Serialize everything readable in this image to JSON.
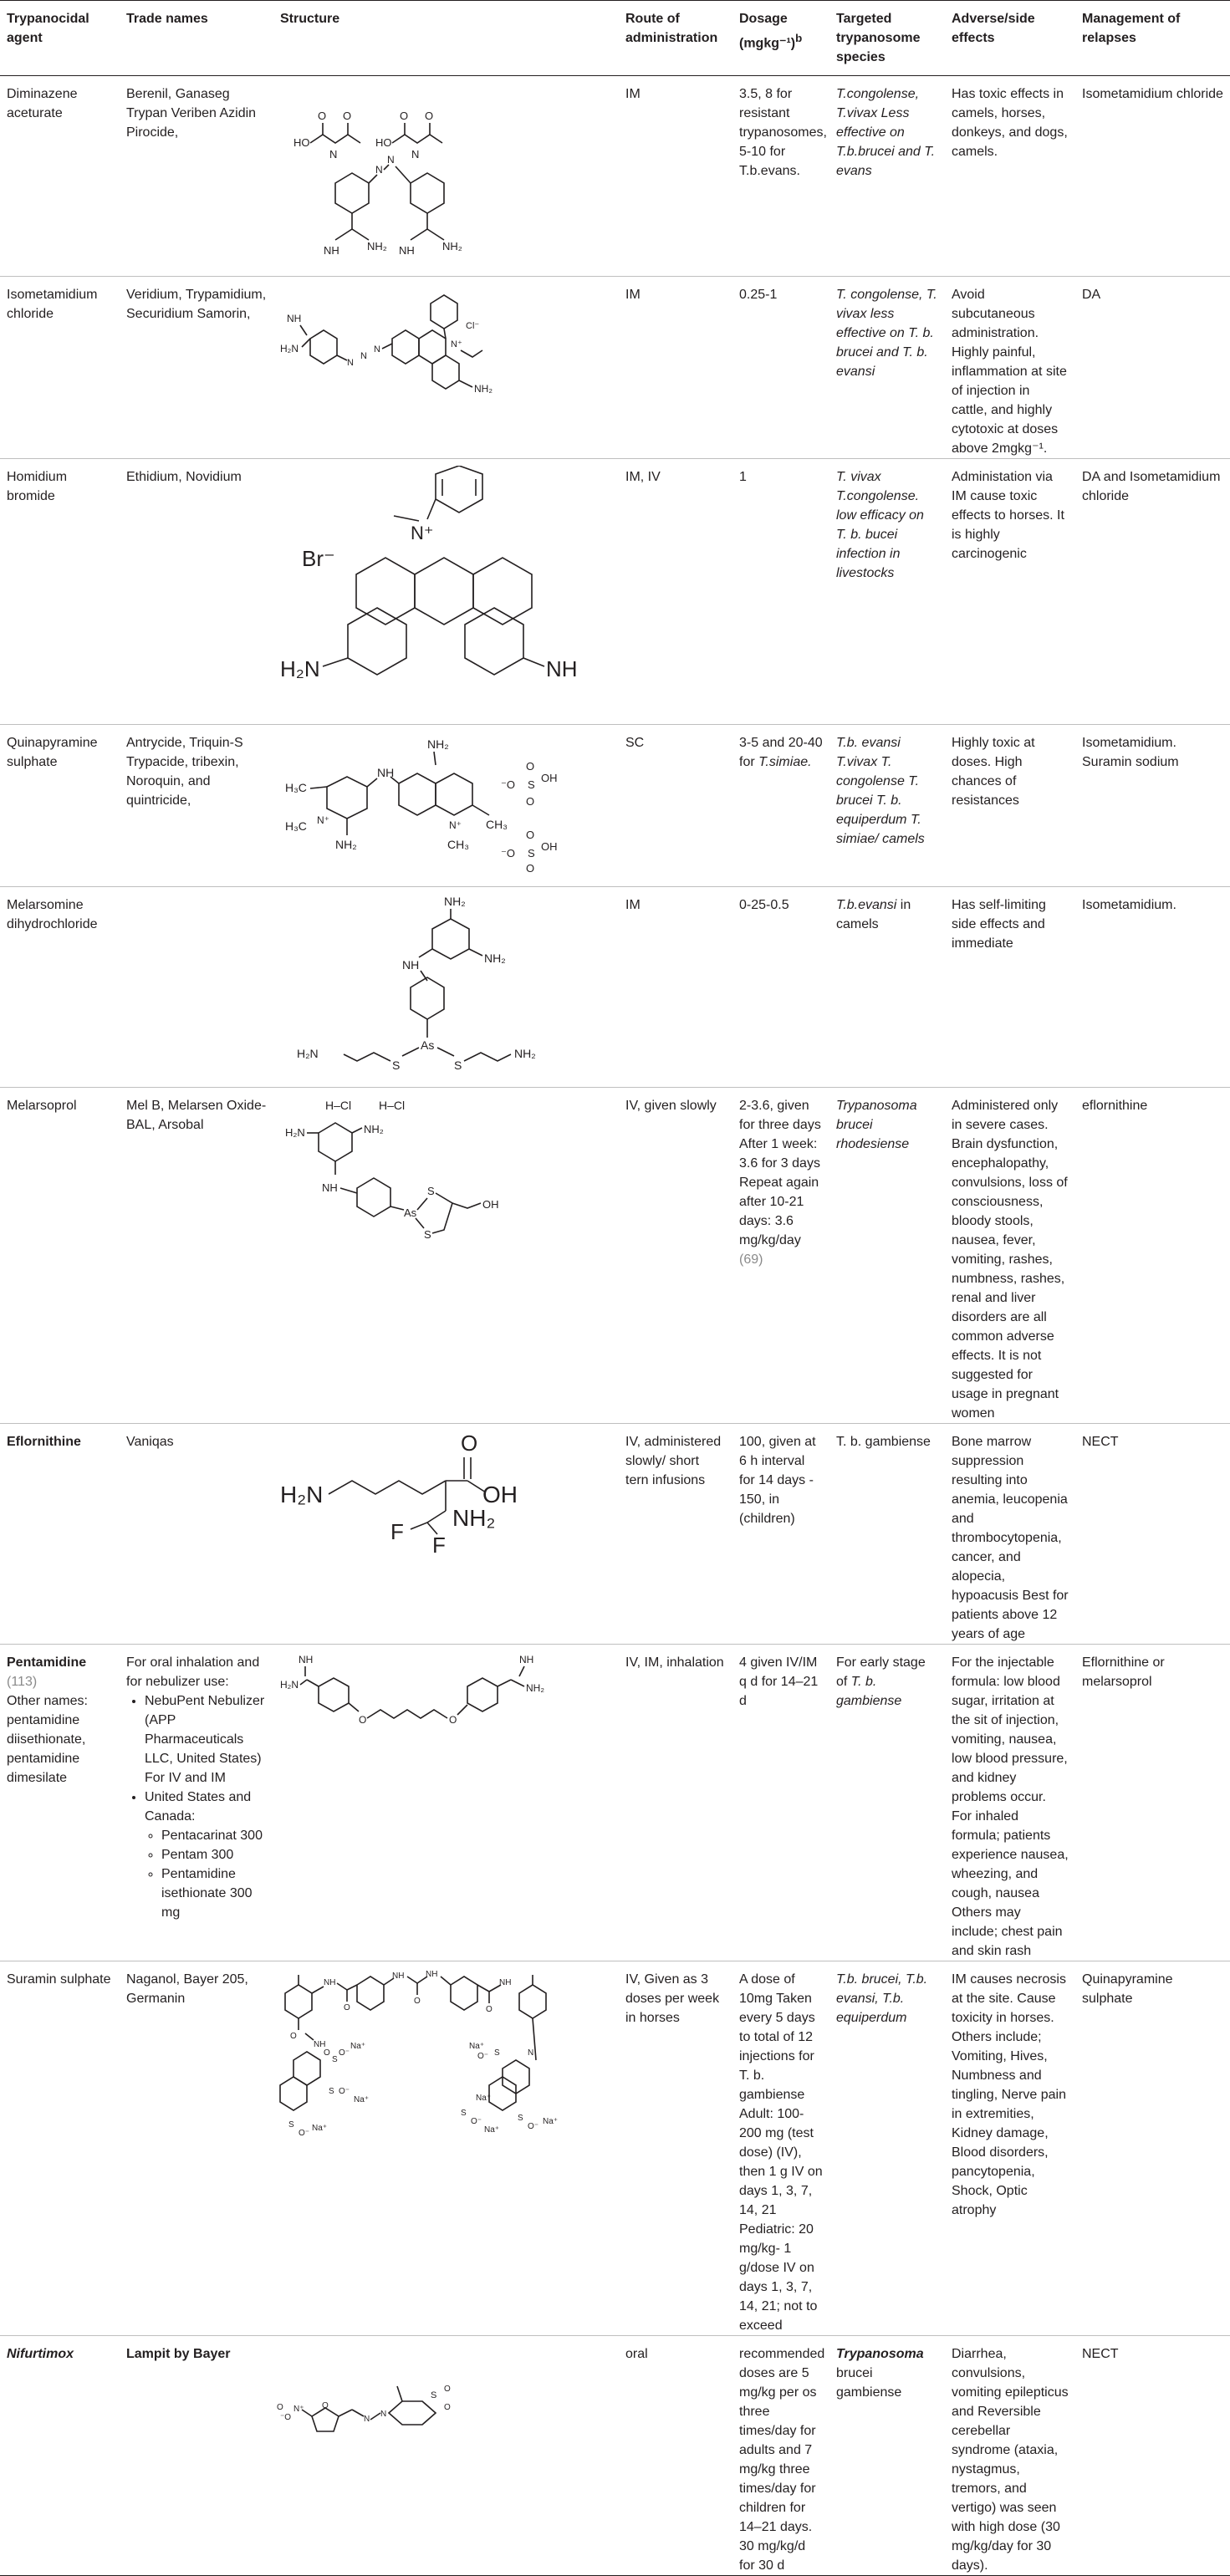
{
  "headers": {
    "agent": "Trypanocidal agent",
    "trade": "Trade names",
    "structure": "Structure",
    "route": "Route of administration",
    "dosage": "Dosage (mgkg⁻¹)",
    "dosage_sup": "b",
    "species": "Targeted trypanosome species",
    "effects": "Adverse/side effects",
    "relapse": "Management of relapses"
  },
  "rows": [
    {
      "agent": "Diminazene aceturate",
      "trade": "Berenil, Ganaseg Trypan Veriben Azidin Pirocide,",
      "route": "IM",
      "dosage": "3.5, 8 for resistant trypanosomes, 5-10 for T.b.evans.",
      "species": "T.congolense, T.vivax Less effective on T.b.brucei and T. evans",
      "effects": "Has toxic effects in camels, horses, donkeys, and dogs, camels.",
      "relapse": "Isometamidium chloride"
    },
    {
      "agent": "Isometamidium chloride",
      "trade": "Veridium, Trypamidium, Securidium Samorin,",
      "route": "IM",
      "dosage": "0.25-1",
      "species": "T. congolense, T. vivax less effective on T. b. brucei and T. b. evansi",
      "effects": "Avoid subcutaneous administration. Highly painful, inflammation at site of injection in cattle, and highly cytotoxic at doses above 2mgkg⁻¹.",
      "relapse": "DA"
    },
    {
      "agent": "Homidium bromide",
      "trade": "Ethidium, Novidium",
      "route": "IM, IV",
      "dosage": "1",
      "species": "T. vivax T.congolense. low efficacy on T. b. bucei infection in livestocks",
      "effects": "Administation via IM cause toxic effects to horses. It is highly carcinogenic",
      "relapse": "DA and Isometamidium chloride"
    },
    {
      "agent": "Quinapyramine sulphate",
      "trade": "Antrycide, Triquin-S Trypacide, tribexin, Noroquin, and quintricide,",
      "route": "SC",
      "dosage": "3-5 and 20-40 for T.simiae.",
      "species": "T.b. evansi T.vivax T. congolense T. brucei T. b. equiperdum T. simiae/ camels",
      "effects": "Highly toxic at doses. High chances of resistances",
      "relapse": "Isometamidium. Suramin sodium"
    },
    {
      "agent": "Melarsomine dihydrochloride",
      "trade": "",
      "route": "IM",
      "dosage": "0-25-0.5",
      "species": "T.b.evansi in camels",
      "effects": "Has self-limiting side effects and immediate",
      "relapse": "Isometamidium."
    },
    {
      "agent": "Melarsoprol",
      "trade": "Mel B, Melarsen Oxide-BAL, Arsobal",
      "route": "IV, given slowly",
      "dosage_lines": [
        "2-3.6, given for three days",
        "After 1 week: 3.6 for 3 days",
        "Repeat again after 10-21 days: 3.6 mg/kg/day"
      ],
      "dosage_ref": "(69)",
      "species": "Trypanosoma brucei rhodesiense",
      "effects": "Administered only in severe cases. Brain dysfunction, encephalopathy, convulsions, loss of consciousness, bloody stools, nausea, fever, vomiting, rashes, numbness, rashes, renal and liver disorders are all common adverse effects. It is not suggested for usage in pregnant women",
      "relapse": "eflornithine"
    },
    {
      "agent": "Eflornithine",
      "trade": "Vaniqas",
      "route": "IV, administered slowly/ short tern infusions",
      "dosage": "100, given at 6 h interval for 14 days - 150, in (children)",
      "species": "T. b. gambiense",
      "effects": "Bone marrow suppression resulting into anemia, leucopenia and thrombocytopenia, cancer, and alopecia, hypoacusis Best for patients above 12 years of age",
      "relapse": "NECT"
    },
    {
      "agent": "Pentamidine",
      "agent_ref": "(113)",
      "agent_other": "Other names: pentamidine diisethionate, pentamidine dimesilate",
      "trade_intro": "For oral inhalation and for nebulizer use:",
      "trade_item1": "NebuPent Nebulizer (APP Pharmaceuticals LLC, United States) For IV and IM",
      "trade_item2": "United States and Canada:",
      "trade_sub": [
        "Pentacarinat 300",
        "Pentam 300",
        "Pentamidine isethionate 300 mg"
      ],
      "route": "IV, IM, inhalation",
      "dosage": "4 given IV/IM q d for 14–21 d",
      "species_pre": "For early stage of",
      "species_it": "T. b. gambiense",
      "effects": "For the injectable formula: low blood sugar, irritation at the sit of injection, vomiting, nausea, low blood pressure, and kidney problems occur. For inhaled formula; patients experience nausea, wheezing, and cough, nausea Others may include; chest pain and skin rash",
      "relapse": "Eflornithine or melarsoprol"
    },
    {
      "agent": "Suramin sulphate",
      "trade": "Naganol, Bayer 205, Germanin",
      "route": "IV, Given as 3 doses per week in horses",
      "dosage": "A dose of 10mg Taken every 5 days to total of 12 injections for T. b. gambiense Adult: 100-200 mg (test dose) (IV), then 1 g IV on days 1, 3, 7, 14, 21 Pediatric: 20 mg/kg- 1 g/dose IV on days 1, 3, 7, 14, 21; not to exceed",
      "species": "T.b. brucei, T.b. evansi, T.b. equiperdum",
      "effects": "IM causes necrosis at the site. Cause toxicity in horses. Others include; Vomiting, Hives, Numbness and tingling, Nerve pain in extremities, Kidney damage, Blood disorders, pancytopenia, Shock, Optic atrophy",
      "relapse": "Quinapyramine sulphate"
    },
    {
      "agent": "Nifurtimox",
      "trade": "Lampit by Bayer",
      "route": "oral",
      "dosage": "recommended doses are 5 mg/kg per os three times/day for adults and 7 mg/kg three times/day for children for 14–21 days. 30 mg/kg/d for 30 d",
      "species_b": "Trypanosoma",
      "species_rest": "brucei gambiense",
      "effects": "Diarrhea, convulsions, vomiting epilepticus and Reversible cerebellar syndrome (ataxia, nystagmus, tremors, and vertigo) was seen with high dose (30 mg/kg/day for 30 days).",
      "relapse": "NECT"
    }
  ],
  "chem": {
    "ho": "HO",
    "nh": "NH",
    "n": "N",
    "o": "O",
    "nh2": "NH₂",
    "h2n": "H₂N",
    "cl": "Cl⁻",
    "br": "Br⁻",
    "nplus": "N⁺",
    "oh": "OH",
    "ominus": "⁻O",
    "s": "S",
    "as": "As",
    "hcl": "H–Cl",
    "ch3": "CH₃",
    "h3c": "H₃C",
    "f": "F",
    "na": "Na⁺",
    "oeq": "O⁻"
  }
}
